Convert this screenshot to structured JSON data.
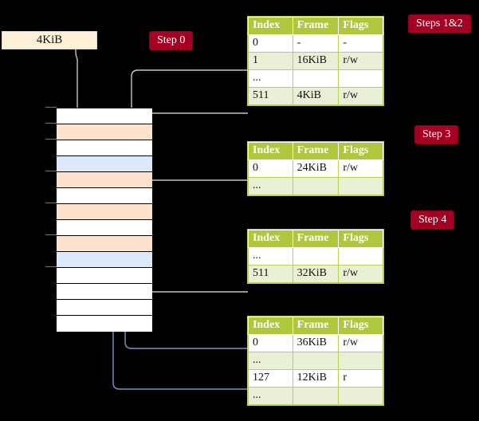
{
  "diagram": {
    "title_badges": [
      {
        "id": "step0",
        "label": "Step 0"
      },
      {
        "id": "steps12",
        "label": "Steps 1&2"
      },
      {
        "id": "step3",
        "label": "Step 3"
      },
      {
        "id": "step4",
        "label": "Step 4"
      }
    ],
    "source_box": {
      "label": "4KiB"
    },
    "columns": [
      "Index",
      "Frame",
      "Flags"
    ],
    "tables": [
      {
        "id": "level0-table",
        "step": "Steps 1&2",
        "rows": [
          {
            "index": "0",
            "frame": "-",
            "flags": "-",
            "shade": "white",
            "highlight": false
          },
          {
            "index": "1",
            "frame": "16KiB",
            "flags": "r/w",
            "shade": "alt",
            "highlight": false
          },
          {
            "index": "...",
            "frame": "",
            "flags": "",
            "shade": "white",
            "highlight": false
          },
          {
            "index": "511",
            "frame": "4KiB",
            "flags": "r/w",
            "shade": "alt",
            "highlight": true
          }
        ]
      },
      {
        "id": "level1-table",
        "step": "Step 3",
        "rows": [
          {
            "index": "0",
            "frame": "24KiB",
            "flags": "r/w",
            "shade": "white",
            "highlight": false
          },
          {
            "index": "...",
            "frame": "",
            "flags": "",
            "shade": "alt",
            "highlight": false
          }
        ]
      },
      {
        "id": "level2-table",
        "step": "Step 4",
        "rows": [
          {
            "index": "...",
            "frame": "",
            "flags": "",
            "shade": "white",
            "highlight": false
          },
          {
            "index": "511",
            "frame": "32KiB",
            "flags": "r/w",
            "shade": "alt",
            "highlight": false
          }
        ]
      },
      {
        "id": "level3-table",
        "step": "",
        "rows": [
          {
            "index": "0",
            "frame": "36KiB",
            "flags": "r/w",
            "shade": "white",
            "highlight": false
          },
          {
            "index": "...",
            "frame": "",
            "flags": "",
            "shade": "alt",
            "highlight": false
          },
          {
            "index": "127",
            "frame": "12KiB",
            "flags": "r",
            "shade": "white",
            "highlight": false
          },
          {
            "index": "...",
            "frame": "",
            "flags": "",
            "shade": "alt",
            "highlight": false
          }
        ]
      }
    ],
    "memory_rows": [
      {
        "i": 0,
        "fill": "white"
      },
      {
        "i": 1,
        "fill": "orange"
      },
      {
        "i": 2,
        "fill": "white"
      },
      {
        "i": 3,
        "fill": "blue"
      },
      {
        "i": 4,
        "fill": "orange"
      },
      {
        "i": 5,
        "fill": "white"
      },
      {
        "i": 6,
        "fill": "orange"
      },
      {
        "i": 7,
        "fill": "white"
      },
      {
        "i": 8,
        "fill": "orange"
      },
      {
        "i": 9,
        "fill": "blue"
      },
      {
        "i": 10,
        "fill": "white"
      },
      {
        "i": 11,
        "fill": "white"
      },
      {
        "i": 12,
        "fill": "white"
      },
      {
        "i": 13,
        "fill": "white"
      }
    ],
    "colors": {
      "background": "#000000",
      "pill": "#a50021",
      "table_header": "#aec73c",
      "table_alt_row": "#eaf0d5",
      "table_highlight": "#fbf8a8",
      "source_box": "#fdf1d8",
      "memory_orange": "#fde3cd",
      "memory_blue": "#dce9f8",
      "gray_wire": "#c6c6c6",
      "blue_wire": "#7b96c4"
    }
  }
}
